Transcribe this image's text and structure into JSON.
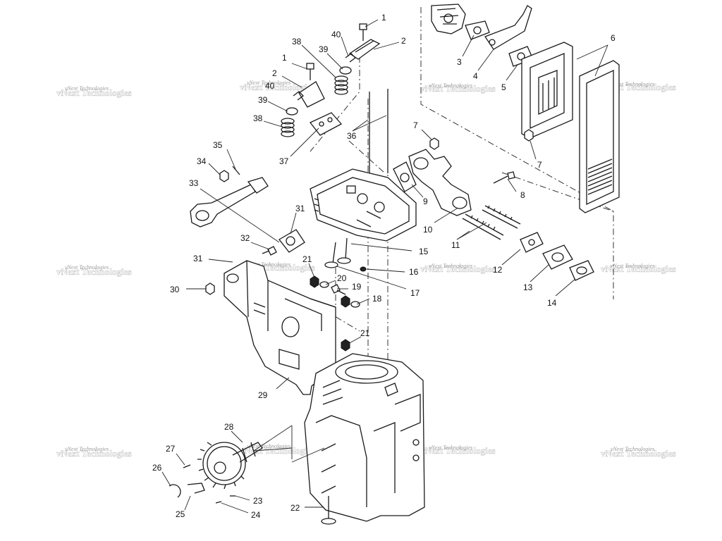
{
  "watermark": "vNext Technologies",
  "callouts": [
    {
      "id": "c1a",
      "label": "1"
    },
    {
      "id": "c2a",
      "label": "2"
    },
    {
      "id": "c40a",
      "label": "40"
    },
    {
      "id": "c38a",
      "label": "38"
    },
    {
      "id": "c39a",
      "label": "39"
    },
    {
      "id": "c1b",
      "label": "1"
    },
    {
      "id": "c2b",
      "label": "2"
    },
    {
      "id": "c40b",
      "label": "40"
    },
    {
      "id": "c39b",
      "label": "39"
    },
    {
      "id": "c38b",
      "label": "38"
    },
    {
      "id": "c37",
      "label": "37"
    },
    {
      "id": "c36",
      "label": "36"
    },
    {
      "id": "c35",
      "label": "35"
    },
    {
      "id": "c34",
      "label": "34"
    },
    {
      "id": "c33",
      "label": "33"
    },
    {
      "id": "c31a",
      "label": "31"
    },
    {
      "id": "c32",
      "label": "32"
    },
    {
      "id": "c31b",
      "label": "31"
    },
    {
      "id": "c30",
      "label": "30"
    },
    {
      "id": "c3",
      "label": "3"
    },
    {
      "id": "c4",
      "label": "4"
    },
    {
      "id": "c5",
      "label": "5"
    },
    {
      "id": "c6",
      "label": "6"
    },
    {
      "id": "c7a",
      "label": "7"
    },
    {
      "id": "c7b",
      "label": "7"
    },
    {
      "id": "c8",
      "label": "8"
    },
    {
      "id": "c9",
      "label": "9"
    },
    {
      "id": "c10",
      "label": "10"
    },
    {
      "id": "c11",
      "label": "11"
    },
    {
      "id": "c12",
      "label": "12"
    },
    {
      "id": "c13",
      "label": "13"
    },
    {
      "id": "c14",
      "label": "14"
    },
    {
      "id": "c15",
      "label": "15"
    },
    {
      "id": "c16",
      "label": "16"
    },
    {
      "id": "c17",
      "label": "17"
    },
    {
      "id": "c18",
      "label": "18"
    },
    {
      "id": "c19",
      "label": "19"
    },
    {
      "id": "c20",
      "label": "20"
    },
    {
      "id": "c21a",
      "label": "21"
    },
    {
      "id": "c21b",
      "label": "21"
    },
    {
      "id": "c29",
      "label": "29"
    },
    {
      "id": "c28",
      "label": "28"
    },
    {
      "id": "c27",
      "label": "27"
    },
    {
      "id": "c26",
      "label": "26"
    },
    {
      "id": "c25",
      "label": "25"
    },
    {
      "id": "c23",
      "label": "23"
    },
    {
      "id": "c24",
      "label": "24"
    },
    {
      "id": "c22",
      "label": "22"
    }
  ]
}
